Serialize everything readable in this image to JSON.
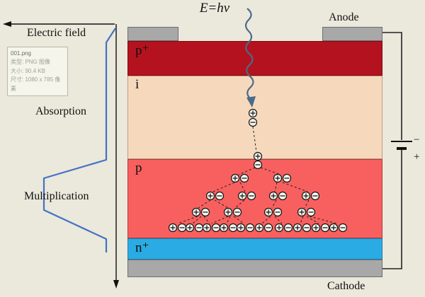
{
  "labels": {
    "photon_energy": "E=hv",
    "electric_field": "Electric field",
    "absorption": "Absorption",
    "multiplication": "Multiplication",
    "anode": "Anode",
    "cathode": "Cathode"
  },
  "regions": {
    "p_plus": "p⁺",
    "i": "i",
    "p": "p",
    "n_plus": "n⁺"
  },
  "battery": {
    "minus": "−",
    "plus": "+"
  },
  "tooltip": {
    "filename": "001.png",
    "type": "类型: PNG 图像",
    "size": "大小: 90.4 KB",
    "dimensions": "尺寸: 1080 x 785 像素"
  },
  "colors": {
    "p_plus": "#b5121f",
    "i": "#f6d9bd",
    "p": "#f7605f",
    "n_plus": "#2aabe3",
    "contact": "#a8a8a8",
    "background": "#ebe8dc",
    "field_profile": "#4472c4",
    "photon": "#4a6a8a"
  },
  "avalanche": {
    "carriers": [
      [
        357,
        160,
        "+"
      ],
      [
        357,
        173,
        "-"
      ],
      [
        364,
        221,
        "+"
      ],
      [
        364,
        233,
        "-"
      ],
      [
        332,
        252,
        "+"
      ],
      [
        345,
        252,
        "-"
      ],
      [
        392,
        252,
        "+"
      ],
      [
        405,
        252,
        "-"
      ],
      [
        297,
        277,
        "+"
      ],
      [
        310,
        277,
        "-"
      ],
      [
        342,
        277,
        "+"
      ],
      [
        355,
        277,
        "-"
      ],
      [
        386,
        277,
        "+"
      ],
      [
        399,
        277,
        "-"
      ],
      [
        432,
        277,
        "+"
      ],
      [
        445,
        277,
        "-"
      ],
      [
        277,
        300,
        "+"
      ],
      [
        290,
        300,
        "-"
      ],
      [
        322,
        300,
        "+"
      ],
      [
        335,
        300,
        "-"
      ],
      [
        379,
        300,
        "+"
      ],
      [
        392,
        300,
        "-"
      ],
      [
        426,
        300,
        "+"
      ],
      [
        439,
        300,
        "-"
      ],
      [
        244,
        322,
        "+"
      ],
      [
        257,
        322,
        "-"
      ],
      [
        268,
        322,
        "+"
      ],
      [
        281,
        322,
        "-"
      ],
      [
        292,
        322,
        "+"
      ],
      [
        305,
        322,
        "-"
      ],
      [
        316,
        322,
        "+"
      ],
      [
        329,
        322,
        "-"
      ],
      [
        340,
        322,
        "+"
      ],
      [
        353,
        322,
        "-"
      ],
      [
        366,
        322,
        "+"
      ],
      [
        379,
        322,
        "-"
      ],
      [
        394,
        322,
        "+"
      ],
      [
        407,
        322,
        "-"
      ],
      [
        420,
        322,
        "+"
      ],
      [
        433,
        322,
        "-"
      ],
      [
        446,
        322,
        "+"
      ],
      [
        459,
        322,
        "-"
      ],
      [
        471,
        322,
        "+"
      ],
      [
        484,
        322,
        "-"
      ]
    ],
    "links": [
      [
        357,
        179,
        362,
        215
      ],
      [
        360,
        237,
        337,
        247
      ],
      [
        368,
        237,
        396,
        247
      ],
      [
        331,
        258,
        301,
        271
      ],
      [
        339,
        258,
        346,
        271
      ],
      [
        391,
        258,
        388,
        271
      ],
      [
        399,
        258,
        434,
        271
      ],
      [
        297,
        283,
        280,
        294
      ],
      [
        303,
        283,
        322,
        294
      ],
      [
        345,
        283,
        332,
        294
      ],
      [
        390,
        283,
        384,
        294
      ],
      [
        436,
        283,
        430,
        294
      ],
      [
        279,
        306,
        251,
        316
      ],
      [
        284,
        306,
        272,
        316
      ],
      [
        288,
        306,
        296,
        316
      ],
      [
        322,
        306,
        299,
        316
      ],
      [
        325,
        306,
        320,
        316
      ],
      [
        330,
        306,
        344,
        316
      ],
      [
        382,
        306,
        370,
        316
      ],
      [
        388,
        306,
        398,
        316
      ],
      [
        428,
        306,
        424,
        316
      ],
      [
        433,
        306,
        450,
        316
      ],
      [
        437,
        306,
        475,
        316
      ]
    ]
  }
}
